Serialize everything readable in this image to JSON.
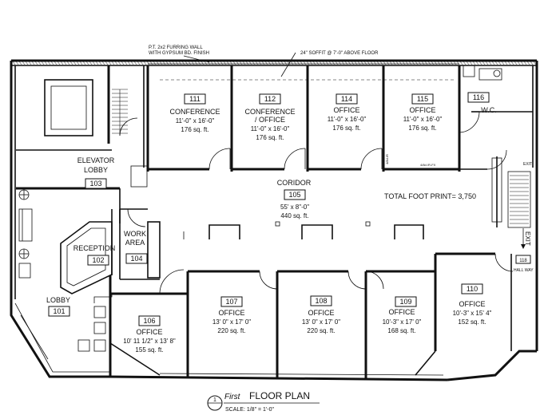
{
  "notes": {
    "furring_wall_1": "P.T. 2x2 FURRING WALL",
    "furring_wall_2": "WITH GYPSUM BD. FINISH",
    "soffit": "24\" SOFFIT @ 7'-0\" ABOVE FLOOR",
    "total": "TOTAL FOOT PRINT= 3,750",
    "exit": "EXIT",
    "exit_stair": "EXIT",
    "rated_wall": "4/8d./R-FX",
    "rated_wall2": "4/8d./R",
    "hall_way": "HALL WAY"
  },
  "title": {
    "script": "First",
    "main": "FLOOR PLAN",
    "scale": "SCALE: 1/8\" = 1'-0\"",
    "symbol": "1"
  },
  "rooms": {
    "r111": {
      "num": "111",
      "name": "CONFERENCE",
      "dim": "11'-0\" x 16'-0\"",
      "area": "176 sq. ft."
    },
    "r112": {
      "num": "112",
      "name": "CONFERENCE",
      "name2": "/ OFFICE",
      "dim": "11'-0\" x 16'-0\"",
      "area": "176 sq. ft."
    },
    "r114": {
      "num": "114",
      "name": "OFFICE",
      "dim": "11'-0\" x 16'-0\"",
      "area": "176 sq. ft."
    },
    "r115": {
      "num": "115",
      "name": "OFFICE",
      "dim": "11'-0\" x 16'-0\"",
      "area": "176 sq. ft."
    },
    "r116": {
      "num": "116",
      "name": "W.C."
    },
    "r103": {
      "num": "103",
      "name": "ELEVATOR",
      "name2": "LOBBY"
    },
    "r105": {
      "num": "105",
      "name": "CORIDOR",
      "dim": "55' x 8\"-0\"",
      "area": "440 sq. ft."
    },
    "r102": {
      "num": "102",
      "name": "RECEPTION"
    },
    "r104": {
      "num": "104",
      "name": "WORK",
      "name2": "AREA"
    },
    "r101": {
      "num": "101",
      "name": "LOBBY"
    },
    "r106": {
      "num": "106",
      "name": "OFFICE",
      "dim": "10' 11 1/2\" x 13' 8\"",
      "area": "155 sq. ft."
    },
    "r107": {
      "num": "107",
      "name": "OFFICE",
      "dim": "13' 0\" x 17' 0\"",
      "area": "220 sq. ft."
    },
    "r108": {
      "num": "108",
      "name": "OFFICE",
      "dim": "13' 0\" x 17' 0\"",
      "area": "220 sq. ft."
    },
    "r109": {
      "num": "109",
      "name": "OFFICE",
      "dim": "10'-3\" x 17' 0\"",
      "area": "168 sq. ft."
    },
    "r110": {
      "num": "110",
      "name": "OFFICE",
      "dim": "10'-3\" x 15' 4\"",
      "area": "152 sq. ft."
    },
    "r118": {
      "num": "118"
    }
  }
}
